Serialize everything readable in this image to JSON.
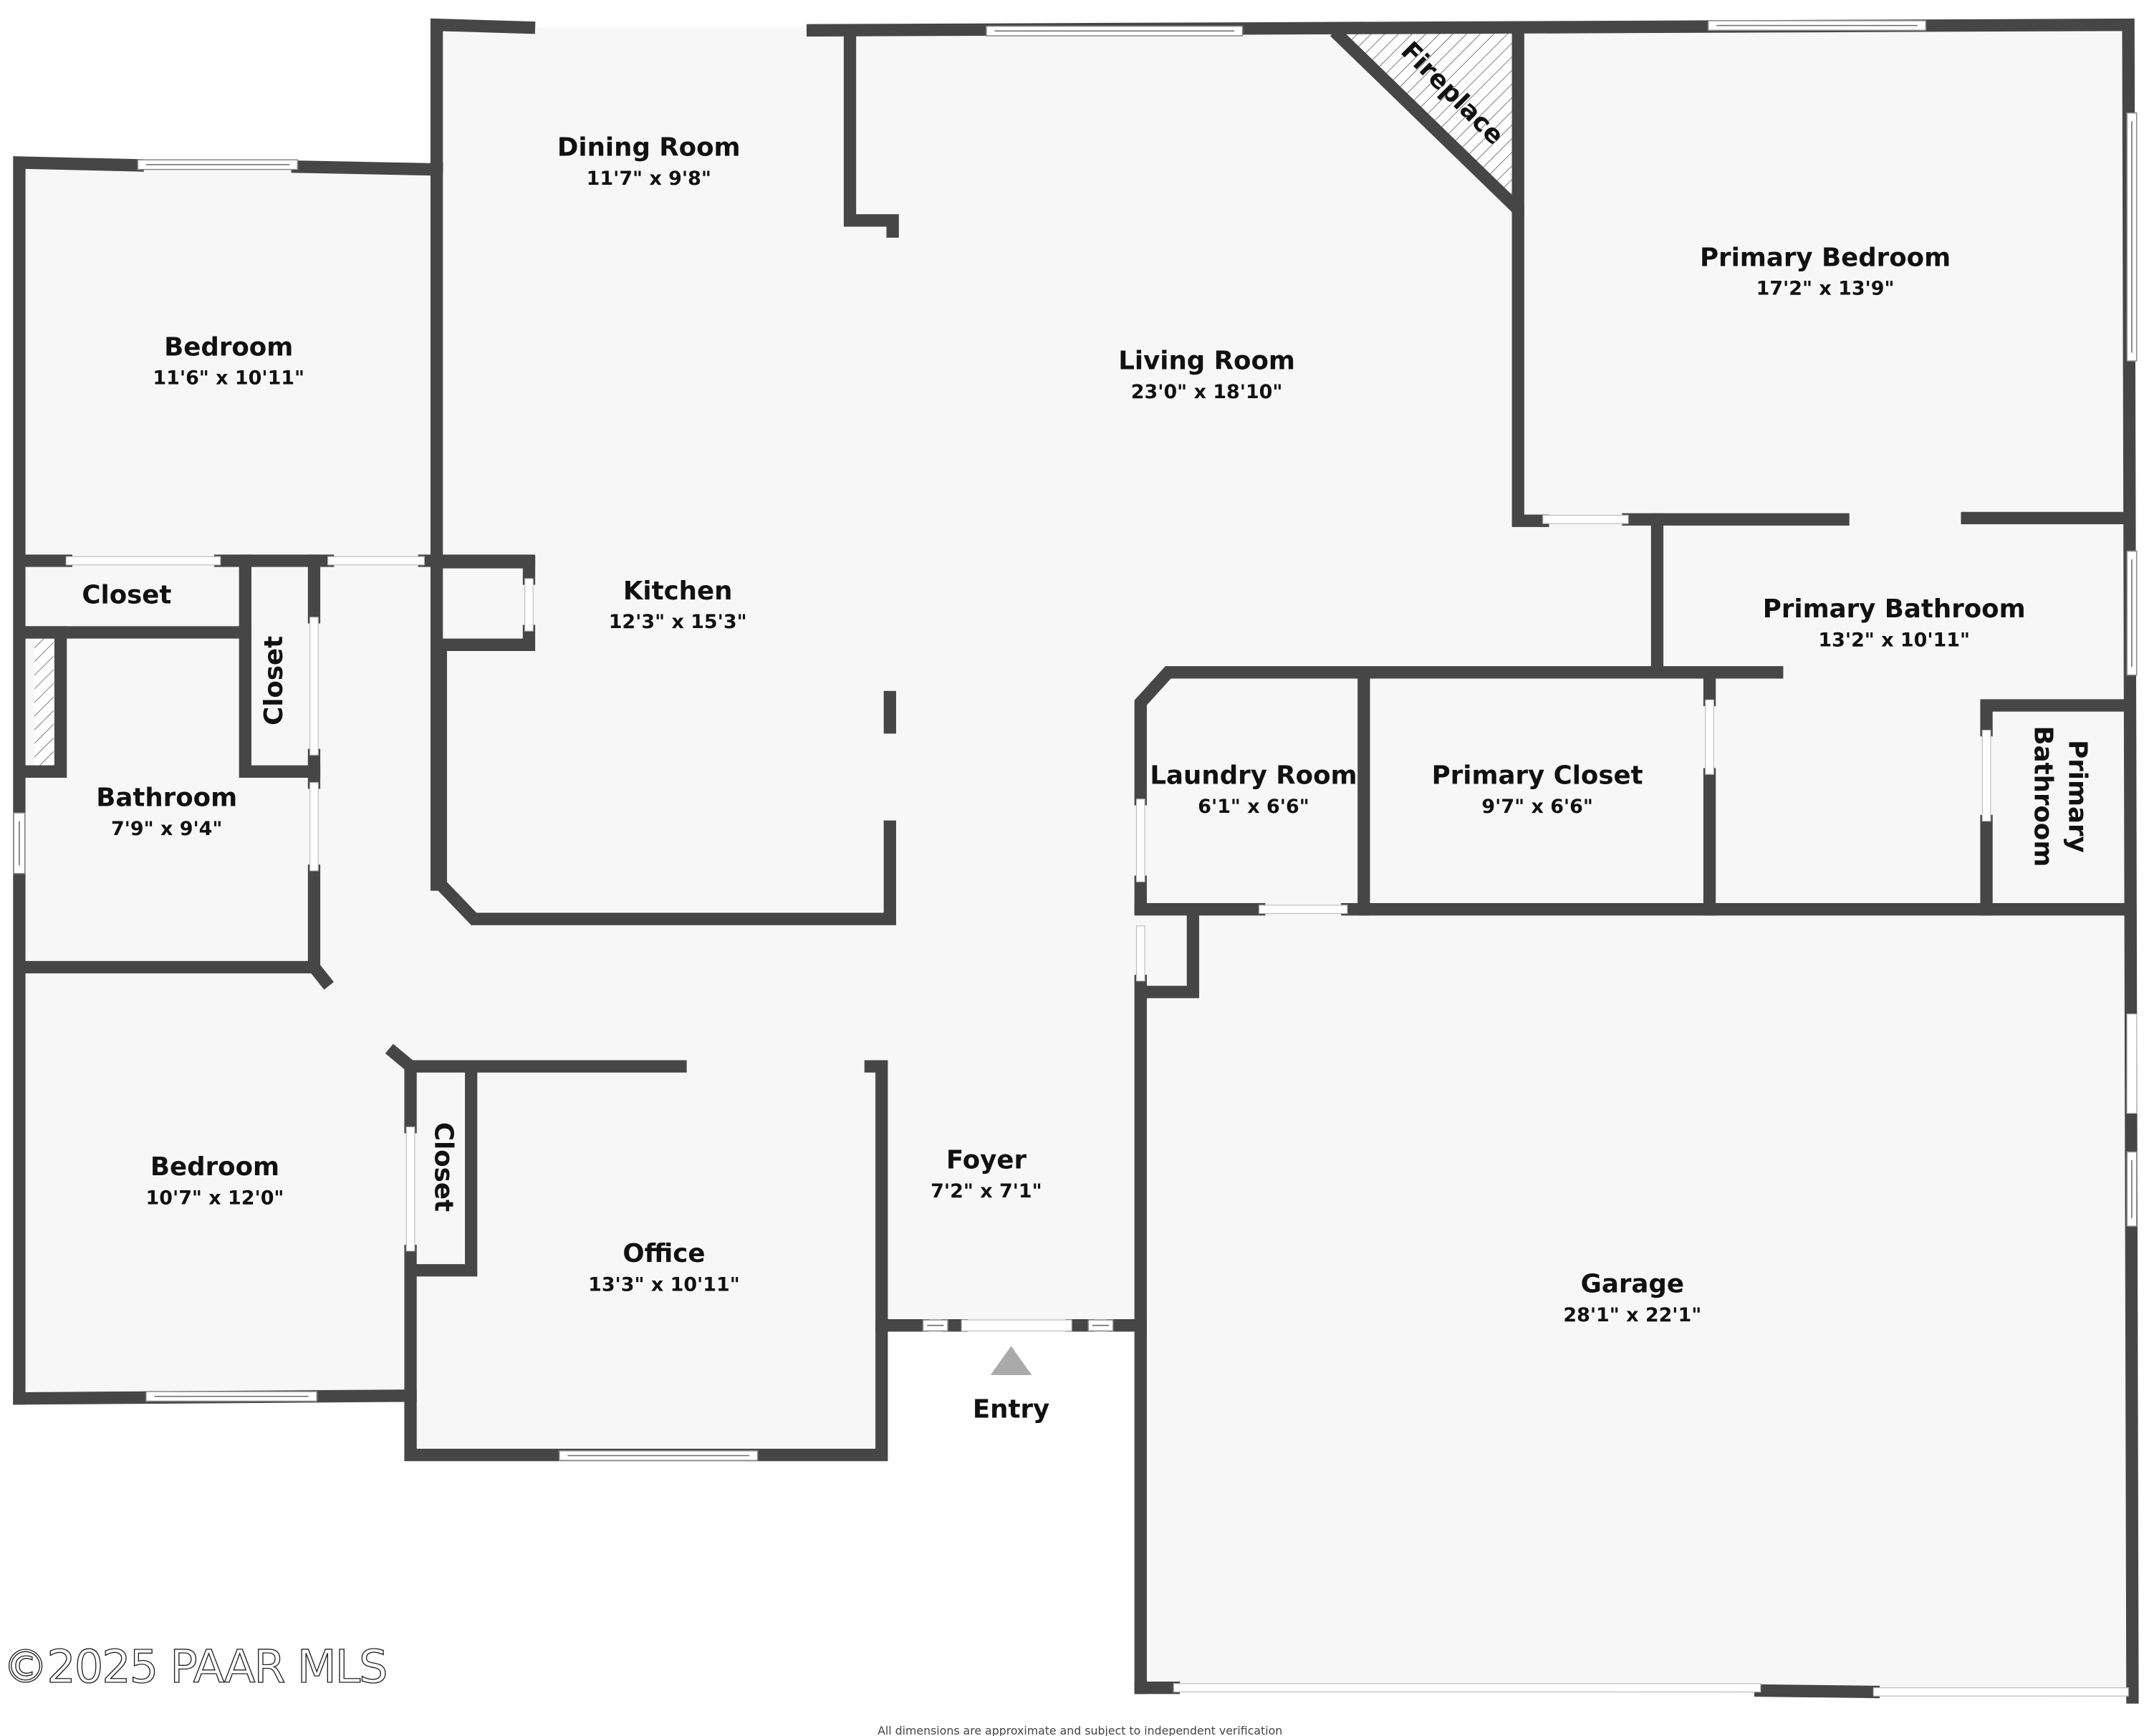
{
  "plan": {
    "wall_color": "#464646",
    "floor_color": "#f7f7f7",
    "entry_marker_color": "#aaaaaa"
  },
  "rooms": {
    "dining_room": {
      "name": "Dining Room",
      "dims": "11'7\" x 9'8\""
    },
    "bedroom_1": {
      "name": "Bedroom",
      "dims": "11'6\" x 10'11\""
    },
    "living_room": {
      "name": "Living Room",
      "dims": "23'0\" x 18'10\""
    },
    "primary_bedroom": {
      "name": "Primary Bedroom",
      "dims": "17'2\" x 13'9\""
    },
    "closet_1": {
      "name": "Closet"
    },
    "closet_2": {
      "name": "Closet"
    },
    "closet_3": {
      "name": "Closet"
    },
    "kitchen": {
      "name": "Kitchen",
      "dims": "12'3\" x 15'3\""
    },
    "primary_bathroom": {
      "name": "Primary Bathroom",
      "dims": "13'2\" x 10'11\""
    },
    "primary_bathroom_2": {
      "name_line1": "Primary",
      "name_line2": "Bathroom"
    },
    "bathroom": {
      "name": "Bathroom",
      "dims": "7'9\" x 9'4\""
    },
    "laundry_room": {
      "name": "Laundry Room",
      "dims": "6'1\" x 6'6\""
    },
    "primary_closet": {
      "name": "Primary Closet",
      "dims": "9'7\" x 6'6\""
    },
    "bedroom_2": {
      "name": "Bedroom",
      "dims": "10'7\" x 12'0\""
    },
    "foyer": {
      "name": "Foyer",
      "dims": "7'2\" x 7'1\""
    },
    "office": {
      "name": "Office",
      "dims": "13'3\" x 10'11\""
    },
    "garage": {
      "name": "Garage",
      "dims": "28'1\" x 22'1\""
    }
  },
  "fixtures": {
    "fireplace": "Fireplace",
    "entry": "Entry"
  },
  "footer": {
    "copyright": "©2025 PAAR MLS",
    "disclaimer": "All dimensions are approximate and subject to independent verification"
  }
}
